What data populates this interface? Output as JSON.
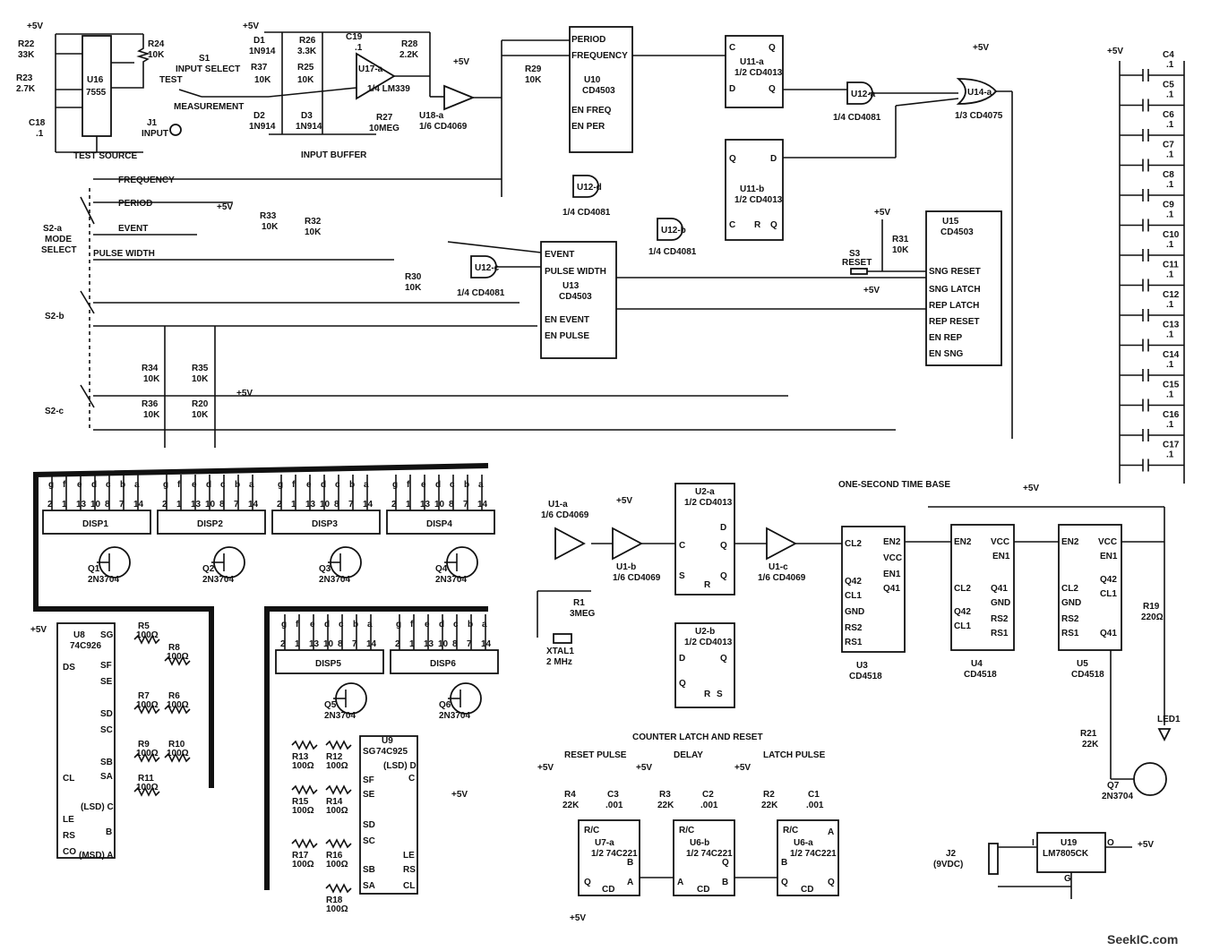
{
  "title": "ONE-SECOND TIME BASE",
  "watermark": "SeekIC.com",
  "sections": {
    "test_source": "TEST SOURCE",
    "input_buffer": "INPUT BUFFER",
    "counter_latch": "COUNTER LATCH AND RESET",
    "reset_pulse": "RESET PULSE",
    "delay": "DELAY",
    "latch_pulse": "LATCH PULSE"
  },
  "switches": {
    "s1": "S1",
    "s1_label": "INPUT SELECT",
    "test": "TEST",
    "measurement": "MEASUREMENT",
    "j1": "J1",
    "j1_label": "INPUT",
    "s2a": "S2-a",
    "mode": "MODE",
    "select": "SELECT",
    "s2b": "S2-b",
    "s2c": "S2-c",
    "frequency": "FREQUENCY",
    "period": "PERIOD",
    "event": "EVENT",
    "pulse_width": "PULSE WIDTH",
    "s3": "S3",
    "reset": "RESET",
    "j2": "J2",
    "j2_label": "(9VDC)"
  },
  "supply": "+5V",
  "chips": {
    "u16": {
      "name": "U16",
      "part": "7555"
    },
    "u17": {
      "name": "U17-a",
      "part": "1/4 LM339"
    },
    "u18": {
      "name": "U18-a",
      "part": "1/6 CD4069"
    },
    "u10": {
      "name": "U10",
      "part": "CD4503",
      "pins": [
        "PERIOD",
        "FREQUENCY",
        "EN FREQ",
        "EN PER"
      ]
    },
    "u11a": {
      "name": "U11-a",
      "part": "1/2 CD4013"
    },
    "u11b": {
      "name": "U11-b",
      "part": "1/2 CD4013"
    },
    "u12a": {
      "name": "U12-a",
      "part": "1/4 CD4081"
    },
    "u12b": {
      "name": "U12-b",
      "part": "1/4 CD4081"
    },
    "u12c": {
      "name": "U12-c",
      "part": "1/4 CD4081"
    },
    "u12d": {
      "name": "U12-d",
      "part": "1/4 CD4081"
    },
    "u14": {
      "name": "U14-a",
      "part": "1/3 CD4075"
    },
    "u13": {
      "name": "U13",
      "part": "CD4503",
      "pins": [
        "EVENT",
        "PULSE WIDTH",
        "EN EVENT",
        "EN PULSE"
      ]
    },
    "u15": {
      "name": "U15",
      "part": "CD4503",
      "pins": [
        "SNG RESET",
        "SNG LATCH",
        "REP LATCH",
        "REP RESET",
        "EN REP",
        "EN SNG"
      ]
    },
    "u8": {
      "name": "U8",
      "part": "74C926",
      "pins": [
        "SG",
        "SF",
        "SE",
        "SD",
        "SC",
        "SB",
        "SA",
        "DS",
        "CL",
        "LE",
        "RS",
        "CO",
        "(LSD) C",
        "B",
        "(MSD) A"
      ]
    },
    "u9": {
      "name": "U9",
      "part": "74C925",
      "pins": [
        "SG",
        "SF",
        "SE",
        "SD",
        "SC",
        "SB",
        "SA",
        "(LSD) D",
        "C",
        "LE",
        "RS",
        "CL"
      ]
    },
    "u1a": {
      "name": "U1-a",
      "part": "1/6 CD4069"
    },
    "u1b": {
      "name": "U1-b",
      "part": "1/6 CD4069"
    },
    "u1c": {
      "name": "U1-c",
      "part": "1/6 CD4069"
    },
    "u2a": {
      "name": "U2-a",
      "part": "1/2 CD4013"
    },
    "u2b": {
      "name": "U2-b",
      "part": "1/2 CD4013"
    },
    "u3": {
      "name": "U3",
      "part": "CD4518",
      "pins": [
        "CL2",
        "EN2",
        "VCC",
        "EN1",
        "Q41",
        "Q42",
        "CL1",
        "GND",
        "RS2",
        "RS1"
      ]
    },
    "u4": {
      "name": "U4",
      "part": "CD4518",
      "pins": [
        "EN2",
        "VCC",
        "EN1",
        "CL2",
        "Q41",
        "Q42",
        "CL1",
        "GND",
        "RS2",
        "RS1"
      ]
    },
    "u5": {
      "name": "U5",
      "part": "CD4518",
      "pins": [
        "EN2",
        "VCC",
        "EN1",
        "Q42",
        "CL1",
        "CL2",
        "GND",
        "RS2",
        "RS1",
        "Q41"
      ]
    },
    "u7a": {
      "name": "U7-a",
      "part": "1/2 74C221"
    },
    "u6b": {
      "name": "U6-b",
      "part": "1/2 74C221"
    },
    "u6a": {
      "name": "U6-a",
      "part": "1/2 74C221"
    },
    "u19": {
      "name": "U19",
      "part": "LM7805CK",
      "pins": [
        "I",
        "O",
        "G"
      ]
    }
  },
  "displays": [
    "DISP1",
    "DISP2",
    "DISP3",
    "DISP4",
    "DISP5",
    "DISP6"
  ],
  "segments": [
    "g",
    "f",
    "e",
    "d",
    "c",
    "b",
    "a"
  ],
  "segment_pins": [
    "2",
    "1",
    "13",
    "10",
    "8",
    "7",
    "14"
  ],
  "transistors": [
    {
      "name": "Q1",
      "part": "2N3704"
    },
    {
      "name": "Q2",
      "part": "2N3704"
    },
    {
      "name": "Q3",
      "part": "2N3704"
    },
    {
      "name": "Q4",
      "part": "2N3704"
    },
    {
      "name": "Q5",
      "part": "2N3704"
    },
    {
      "name": "Q6",
      "part": "2N3704"
    },
    {
      "name": "Q7",
      "part": "2N3704"
    }
  ],
  "resistors": {
    "r22": [
      "R22",
      "33K"
    ],
    "r23": [
      "R23",
      "2.7K"
    ],
    "r24": [
      "R24",
      "10K"
    ],
    "r37": [
      "R37",
      "10K"
    ],
    "r26": [
      "R26",
      "3.3K"
    ],
    "r25": [
      "R25",
      "10K"
    ],
    "r28": [
      "R28",
      "2.2K"
    ],
    "r27": [
      "R27",
      "10MEG"
    ],
    "r29": [
      "R29",
      "10K"
    ],
    "r33": [
      "R33",
      "10K"
    ],
    "r32": [
      "R32",
      "10K"
    ],
    "r30": [
      "R30",
      "10K"
    ],
    "r31": [
      "R31",
      "10K"
    ],
    "r34": [
      "R34",
      "10K"
    ],
    "r35": [
      "R35",
      "10K"
    ],
    "r36": [
      "R36",
      "10K"
    ],
    "r20": [
      "R20",
      "10K"
    ],
    "r1": [
      "R1",
      "3MEG"
    ],
    "r19": [
      "R19",
      "220Ω"
    ],
    "r21": [
      "R21",
      "22K"
    ],
    "r4": [
      "R4",
      "22K"
    ],
    "r3": [
      "R3",
      "22K"
    ],
    "r2": [
      "R2",
      "22K"
    ],
    "r5": [
      "R5",
      "100Ω"
    ],
    "r8": [
      "R8",
      "100Ω"
    ],
    "r7": [
      "R7",
      "100Ω"
    ],
    "r6": [
      "R6",
      "100Ω"
    ],
    "r9": [
      "R9",
      "100Ω"
    ],
    "r10": [
      "R10",
      "100Ω"
    ],
    "r11": [
      "R11",
      "100Ω"
    ],
    "r13": [
      "R13",
      "100Ω"
    ],
    "r12": [
      "R12",
      "100Ω"
    ],
    "r15": [
      "R15",
      "100Ω"
    ],
    "r14": [
      "R14",
      "100Ω"
    ],
    "r17": [
      "R17",
      "100Ω"
    ],
    "r16": [
      "R16",
      "100Ω"
    ],
    "r18": [
      "R18",
      "100Ω"
    ]
  },
  "capacitors": {
    "c18": [
      "C18",
      ".1"
    ],
    "c19": [
      "C19",
      ".1"
    ],
    "c3": [
      "C3",
      ".001"
    ],
    "c2": [
      "C2",
      ".001"
    ],
    "c1": [
      "C1",
      ".001"
    ],
    "bank": [
      [
        "C4",
        ".1"
      ],
      [
        "C5",
        ".1"
      ],
      [
        "C6",
        ".1"
      ],
      [
        "C7",
        ".1"
      ],
      [
        "C8",
        ".1"
      ],
      [
        "C9",
        ".1"
      ],
      [
        "C10",
        ".1"
      ],
      [
        "C11",
        ".1"
      ],
      [
        "C12",
        ".1"
      ],
      [
        "C13",
        ".1"
      ],
      [
        "C14",
        ".1"
      ],
      [
        "C15",
        ".1"
      ],
      [
        "C16",
        ".1"
      ],
      [
        "C17",
        ".1"
      ]
    ]
  },
  "diodes": {
    "d1": [
      "D1",
      "1N914"
    ],
    "d2": [
      "D2",
      "1N914"
    ],
    "d3": [
      "D3",
      "1N914"
    ]
  },
  "misc": {
    "xtal": "XTAL1",
    "xtal_value": "2 MHz",
    "led": "LED1"
  }
}
